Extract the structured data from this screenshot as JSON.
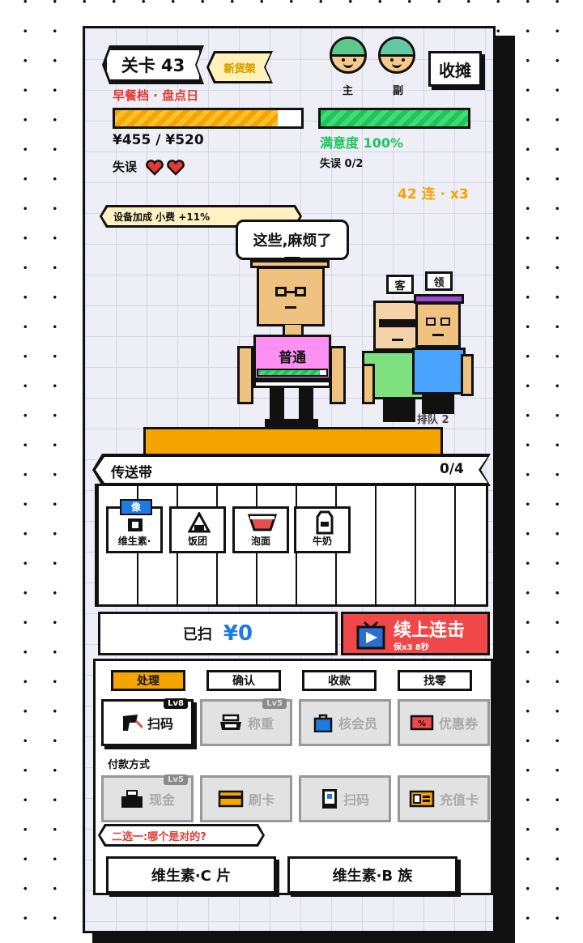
{
  "level": {
    "label": "关卡 43",
    "sub_label": "新货架"
  },
  "shift": {
    "name": "早餐档 · 盘点日"
  },
  "income": {
    "text": "¥455 / ¥520",
    "progress": 0.875
  },
  "satisfaction": {
    "text": "满意度 100%",
    "progress": 1.0
  },
  "mistakes": {
    "label": "失误",
    "hearts": 2,
    "count_text": "失误 0/2"
  },
  "staff": {
    "main": "主",
    "sub": "副"
  },
  "close_button": "收摊",
  "combo": {
    "text": "42 连 · x3"
  },
  "bonus_banner": "设备加成 小费 +11%",
  "customer": {
    "speech": "这些,麻烦了",
    "tag": "普通",
    "patience": 0.9
  },
  "queue": {
    "tag_guest": "客",
    "tag_leader": "领",
    "text": "排队 2"
  },
  "conveyor": {
    "title": "传送带",
    "count": "0/4",
    "items": [
      {
        "label": "维生素·",
        "badge": "像"
      },
      {
        "label": "饭团"
      },
      {
        "label": "泡面"
      },
      {
        "label": "牛奶"
      }
    ]
  },
  "scanned": {
    "label": "已扫",
    "amount": "¥0"
  },
  "combo_button": {
    "title": "续上连击",
    "sub": "保x3 8秒"
  },
  "tabs": [
    "处理",
    "确认",
    "收款",
    "找零"
  ],
  "tools": [
    {
      "label": "扫码",
      "lv": "Lv8"
    },
    {
      "label": "称重",
      "lv": "Lv5"
    },
    {
      "label": "核会员",
      "lv": ""
    },
    {
      "label": "优惠券",
      "lv": ""
    }
  ],
  "payment": {
    "title": "付款方式",
    "methods": [
      {
        "label": "现金",
        "lv": "Lv5"
      },
      {
        "label": "刷卡",
        "lv": ""
      },
      {
        "label": "扫码",
        "lv": ""
      },
      {
        "label": "充值卡",
        "lv": ""
      }
    ]
  },
  "question": {
    "prompt": "二选一:哪个是对的?",
    "options": [
      "维生素·C 片",
      "维生素·B 族"
    ]
  },
  "colors": {
    "accent": "#f5a400",
    "green": "#1fc45a",
    "red": "#e53935",
    "blue": "#1e7be0"
  }
}
